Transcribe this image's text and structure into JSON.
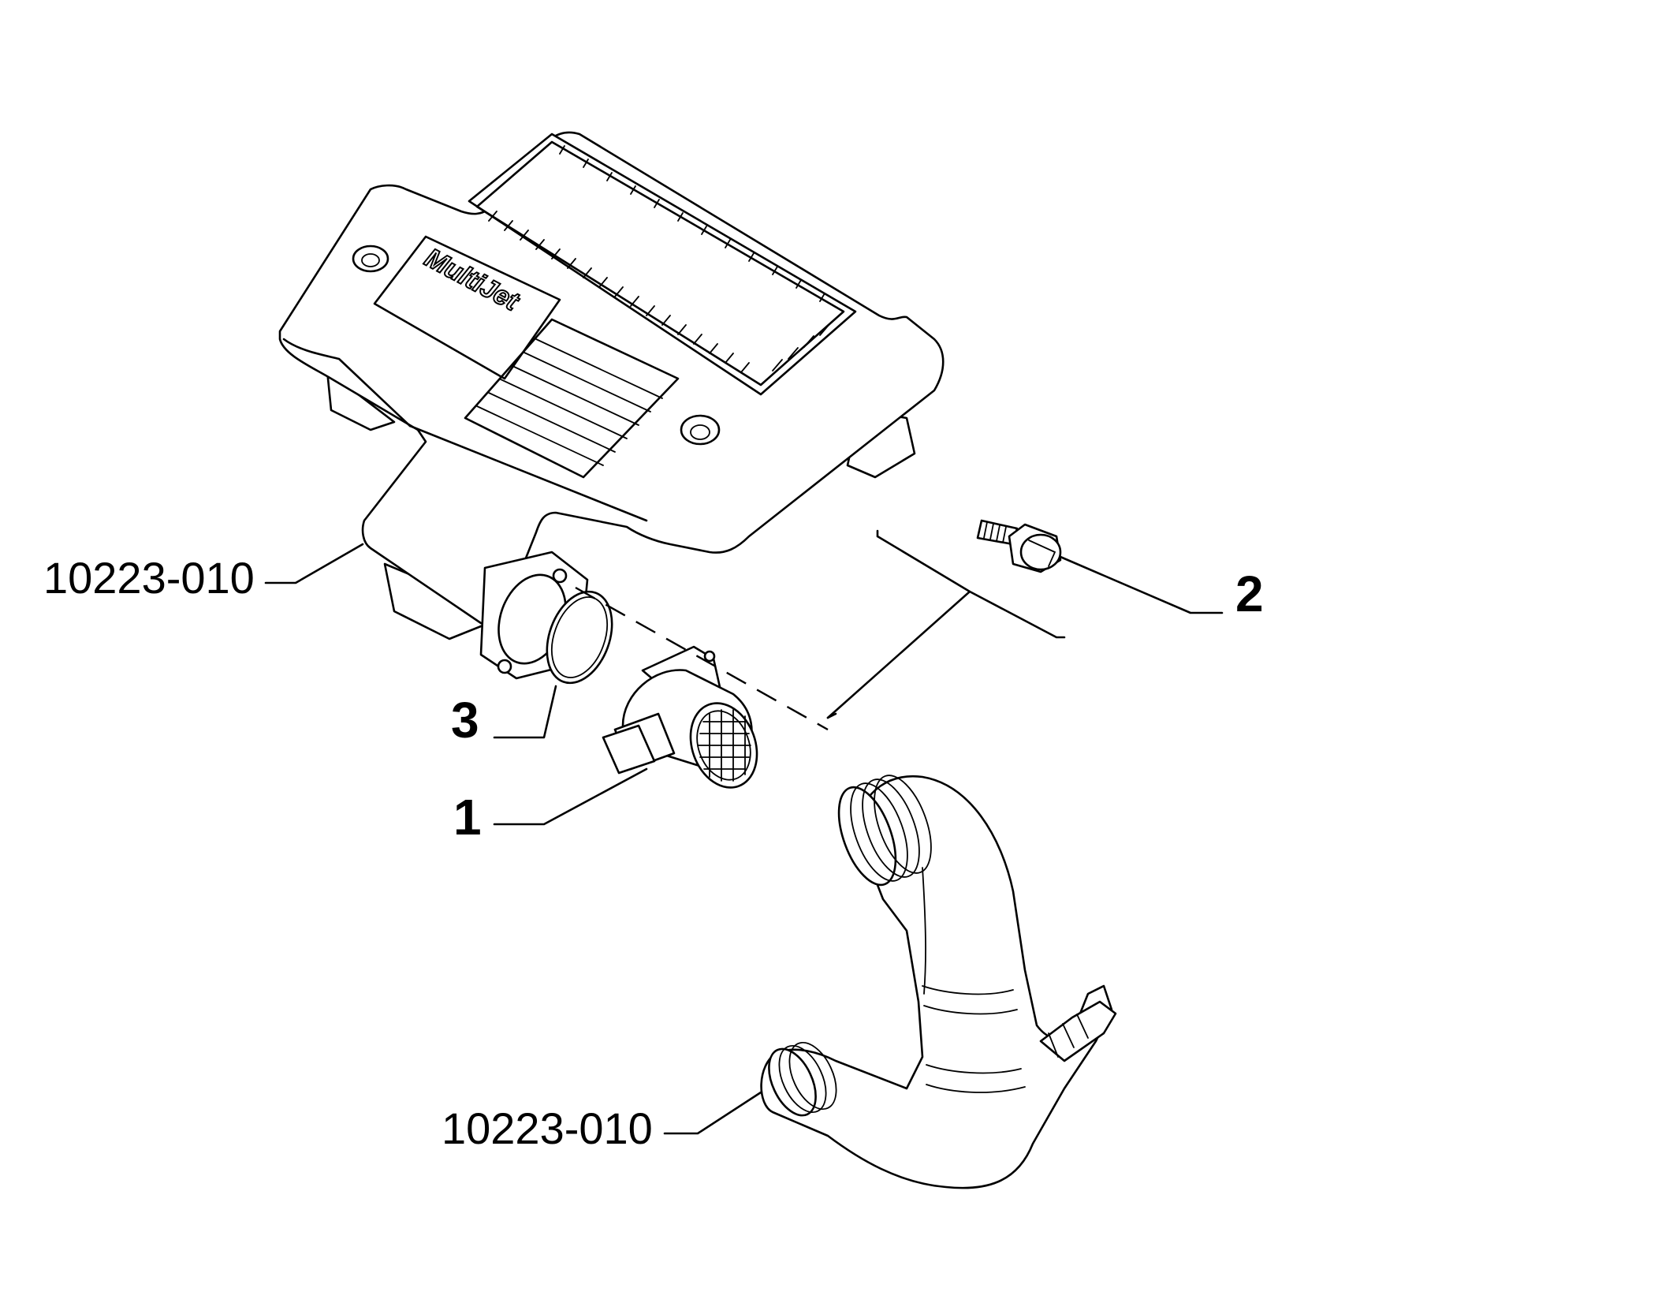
{
  "callouts": {
    "cover_code": "10223-010",
    "hose_code": "10223-010",
    "item_1": "1",
    "item_2": "2",
    "item_3": "3"
  },
  "cover_logo": "MultiJet",
  "colors": {
    "line": "#000000",
    "background": "#ffffff"
  }
}
